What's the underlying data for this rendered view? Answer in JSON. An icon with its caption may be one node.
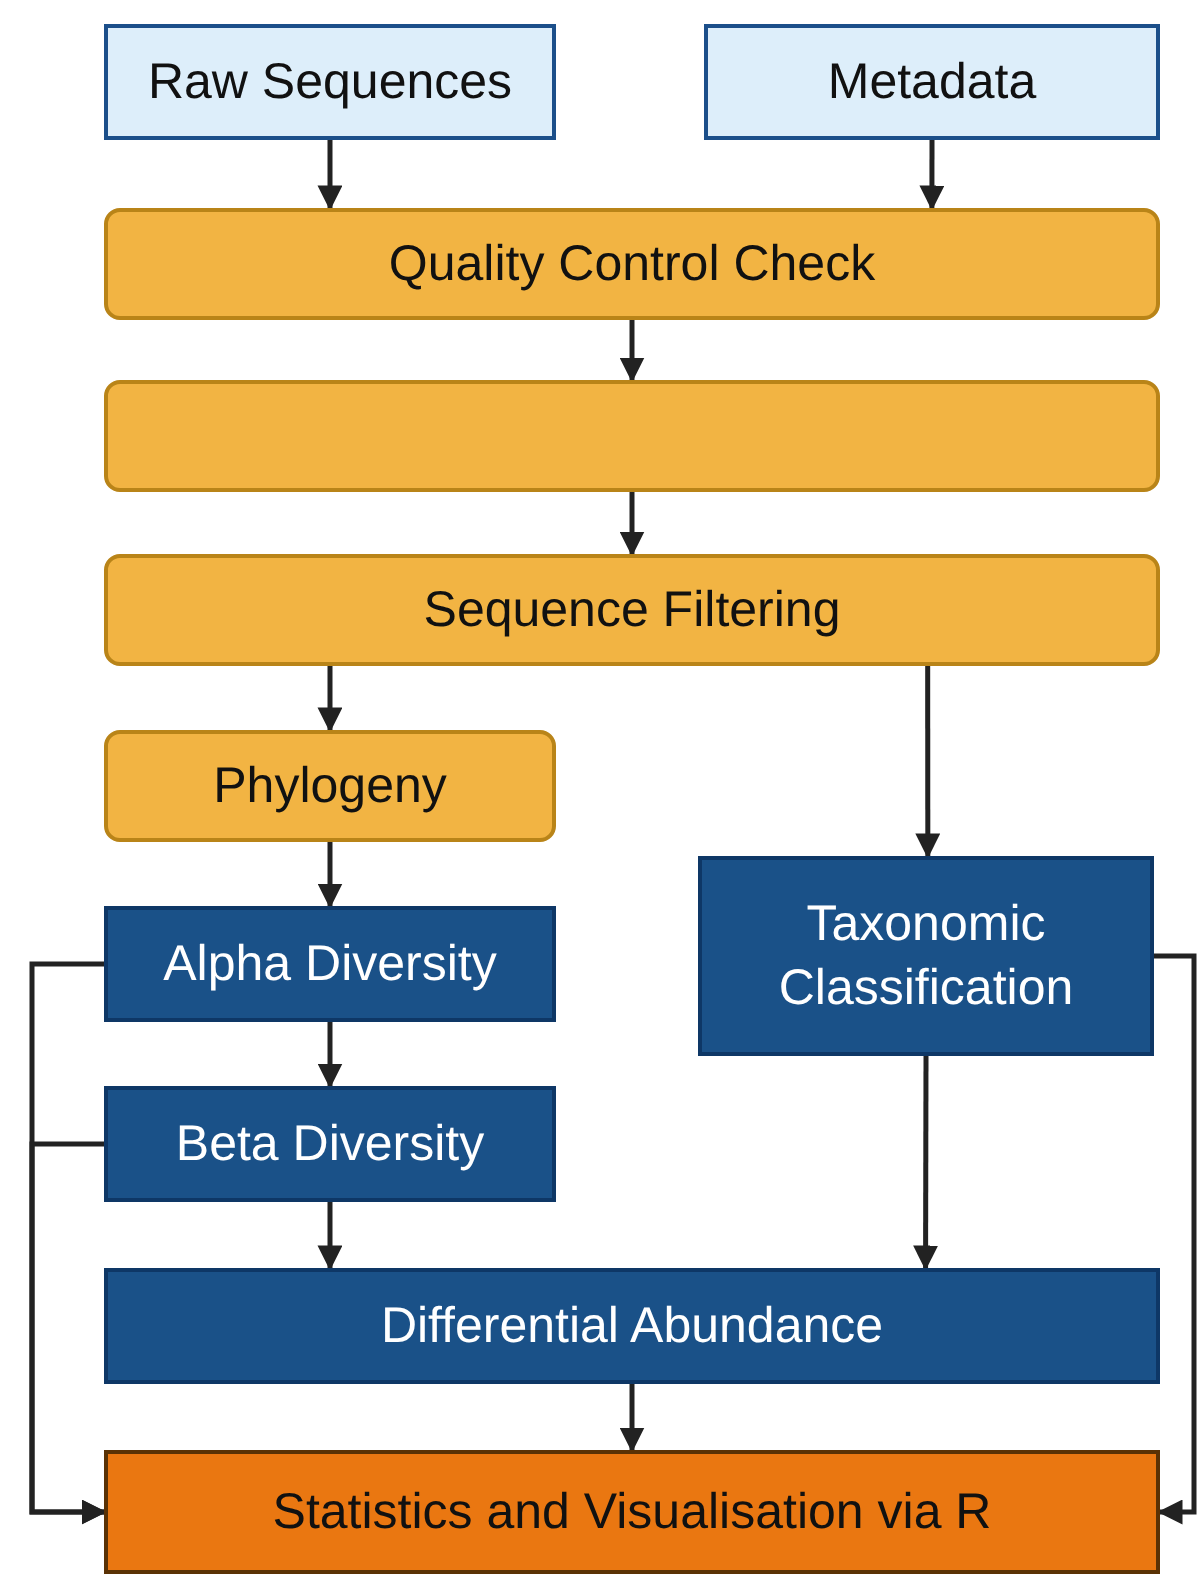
{
  "diagram": {
    "nodes": [
      {
        "text": [
          "Raw Sequences"
        ]
      },
      {
        "text": [
          "Metadata"
        ]
      },
      {
        "text": [
          "Quality Control Check"
        ]
      },
      {
        "text": [],
        "shape": "box"
      },
      {
        "text": [
          "Sequence Filtering"
        ]
      },
      {
        "text": [
          "Phylogeny"
        ]
      },
      {
        "text": [
          "Alpha Diversity"
        ]
      },
      {
        "text": [
          "Beta Diversity"
        ]
      },
      {
        "text": [
          "Taxonomic Classification"
        ]
      },
      {
        "text": [
          "Differential Abundance"
        ]
      },
      {
        "text": [
          "Statistics and Visualisation via R"
        ]
      }
    ],
    "edges": [
      {
        "from": 0,
        "to": 2,
        "arrow": "to"
      },
      {
        "from": 1,
        "to": 2,
        "arrow": "to"
      },
      {
        "from": 2,
        "to": 3,
        "arrow": "to"
      },
      {
        "from": 3,
        "to": 4,
        "arrow": "to"
      },
      {
        "from": 4,
        "to": 5,
        "arrow": "to"
      },
      {
        "from": 4,
        "to": 8,
        "arrow": "to"
      },
      {
        "from": 5,
        "to": 6,
        "arrow": "to"
      },
      {
        "from": 6,
        "to": 7,
        "arrow": "to"
      },
      {
        "from": 7,
        "to": 9,
        "arrow": "to"
      },
      {
        "from": 8,
        "to": 9,
        "arrow": "to"
      },
      {
        "from": 9,
        "to": 10,
        "arrow": "to"
      },
      {
        "from": 6,
        "to": 10,
        "arrow": "to"
      },
      {
        "from": 7,
        "to": 10,
        "arrow": "to"
      },
      {
        "from": 8,
        "to": 10,
        "arrow": "to"
      }
    ]
  }
}
